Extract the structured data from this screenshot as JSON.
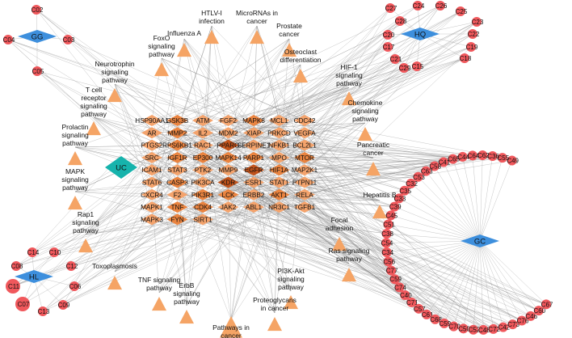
{
  "herbs": [
    "GG",
    "HQ",
    "UC",
    "HL",
    "GC"
  ],
  "compounds": {
    "GG": [
      "C02",
      "C04",
      "C03",
      "C05"
    ],
    "HQ": [
      "C27",
      "C24",
      "C26",
      "C25",
      "C28",
      "C23",
      "C20",
      "C22",
      "C17",
      "C19",
      "C21",
      "C18",
      "C29",
      "C15"
    ],
    "HL": [
      "C14",
      "C10",
      "C08",
      "C12",
      "C11",
      "C06",
      "C07",
      "C13",
      "C09"
    ],
    "GC": [
      "C49",
      "C55",
      "C36",
      "C62",
      "C64",
      "C44",
      "C65",
      "C41",
      "C58",
      "C63",
      "C53",
      "C32",
      "C35",
      "C33",
      "C39",
      "C45",
      "C51",
      "C38",
      "C54",
      "C34",
      "C56",
      "C77",
      "C59",
      "C74",
      "C40",
      "C71",
      "C57",
      "C61",
      "C68",
      "C59",
      "C70",
      "C50",
      "C52",
      "C48",
      "C72",
      "C42",
      "C73",
      "C76",
      "C46",
      "C60",
      "C67"
    ]
  },
  "targets": [
    "HSP90AA1",
    "GSK3B",
    "ATM",
    "FGF2",
    "MAPK8",
    "MCL1",
    "CDC42",
    "AR",
    "MMP2",
    "IL2",
    "MDM2",
    "XIAP",
    "PRKCD",
    "VEGFA",
    "PTGS2",
    "RPS6KB1",
    "RAC1",
    "PPARG",
    "SERPINE1",
    "NFKB1",
    "BCL2L1",
    "SRC",
    "IGF1R",
    "EP300",
    "MAPK14",
    "PARP1",
    "MPO",
    "MTOR",
    "ICAM1",
    "STAT3",
    "PTK2",
    "MMP9",
    "EGFR",
    "HIF1A",
    "MAP2K1",
    "STAT6",
    "CASP3",
    "PIK3CA",
    "KDR",
    "ESR1",
    "STAT1",
    "PTPN11",
    "CXCR4",
    "F2",
    "PIK3R1",
    "LCK",
    "ERBB2",
    "AKT1",
    "RELA",
    "MAPK1",
    "TNF",
    "CDK4",
    "JAK2",
    "ABL1",
    "NR3C1",
    "TGFB1",
    "MAPK3",
    "FYN",
    "SIRT1"
  ],
  "pathways": [
    "HTLV-I infection",
    "MicroRNAs in cancer",
    "Influenza A",
    "Prostate cancer",
    "FoxO signaling pathway",
    "Osteoclast differentiation",
    "Neurotrophin signaling pathway",
    "HIF-1 signaling pathway",
    "T cell receptor signaling pathway",
    "Chemokine signaling pathway",
    "Prolactin signaling pathway",
    "Pancreatic cancer",
    "MAPK signaling pathway",
    "Hepatitis B",
    "Rap1 signaling pathway",
    "Focal adhesion",
    "Toxoplasmosis",
    "Ras signaling pathway",
    "TNF signaling pathway",
    "PI3K-Akt signaling pathway",
    "ErbB signaling pathway",
    "Pathways in cancer",
    "Proteoglycans in cancer"
  ],
  "colors": {
    "herb": "#3d8fdd",
    "herb_uc": "#16b3ac",
    "compound": "#f0585c",
    "target_light": "#f4a36c",
    "target_mid": "#ea8440",
    "target_dark": "#c1531b",
    "pathway": "#f5a465",
    "edge": "#8a8a8a"
  }
}
